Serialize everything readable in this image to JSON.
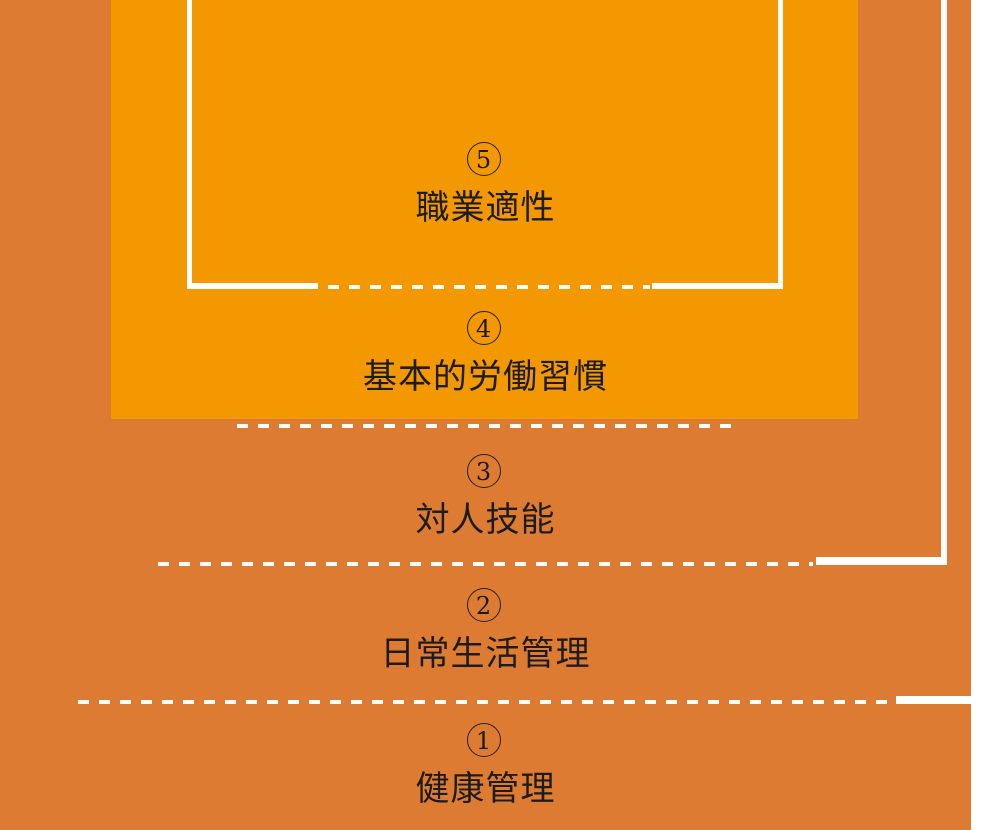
{
  "diagram": {
    "type": "stacked-pyramid",
    "colors": {
      "outer_background": "#DE7B33",
      "inner_background": "#F39800",
      "lines": "#FFFFFF",
      "text": "#1A1A1A",
      "page": "#FFFFFF"
    },
    "levels": [
      {
        "number": "⑤",
        "label": "職業適性"
      },
      {
        "number": "④",
        "label": "基本的労働習慣"
      },
      {
        "number": "③",
        "label": "対人技能"
      },
      {
        "number": "②",
        "label": "日常生活管理"
      },
      {
        "number": "①",
        "label": "健康管理"
      }
    ]
  }
}
